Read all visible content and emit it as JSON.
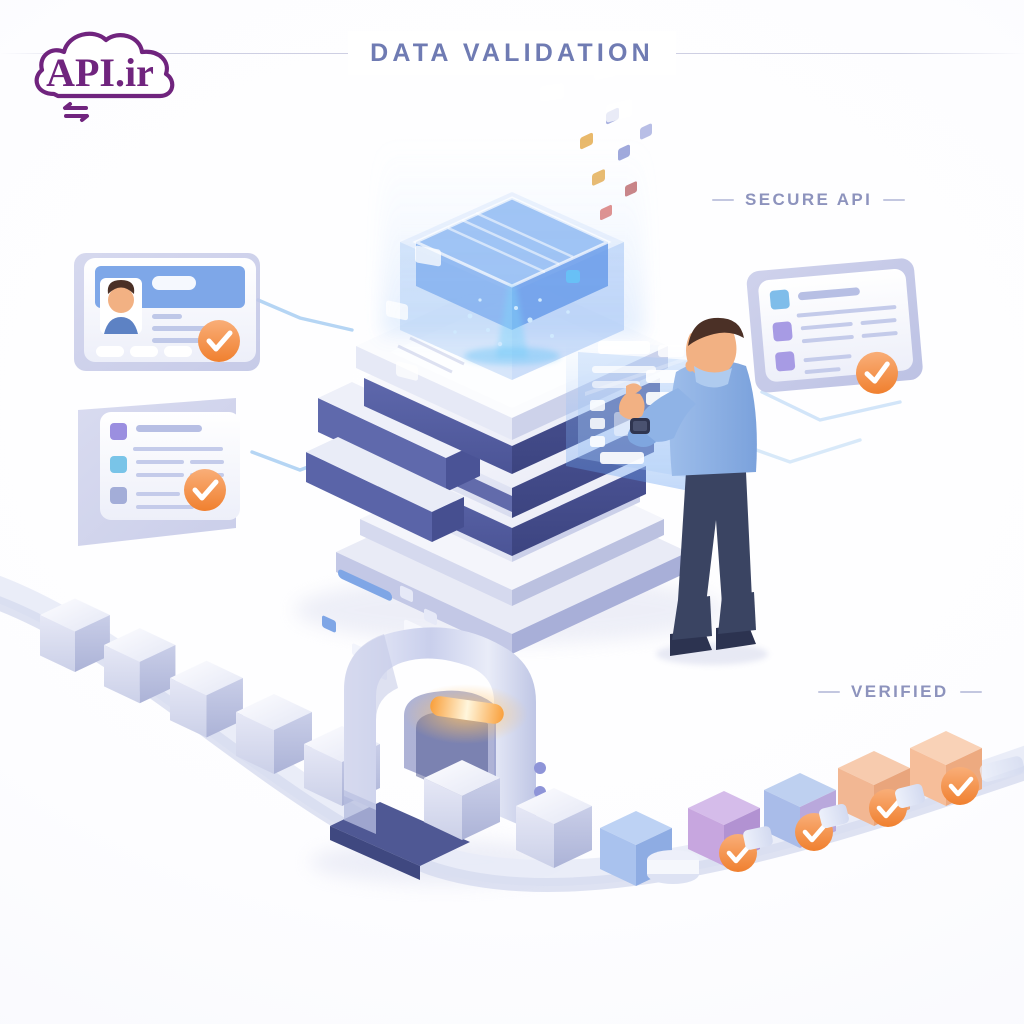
{
  "page": {
    "title": "DATA VALIDATION",
    "background_color": "#ffffff",
    "title_color": "#6f7bb3"
  },
  "logo": {
    "name": "API.ir",
    "text": "API.ir",
    "color": "#70247e",
    "shape": "cloud-outline",
    "icon": "exchange-arrows-icon"
  },
  "labels": [
    {
      "id": "secure-api",
      "text": "SECURE API",
      "color": "#8d93bd"
    },
    {
      "id": "verified",
      "text": "VERIFIED",
      "color": "#8d93bd"
    }
  ],
  "palette": {
    "accent_orange": "#F58A4B",
    "accent_orange_light": "#F9B184",
    "indigo_dark": "#4C5596",
    "indigo": "#5A63A8",
    "indigo_light": "#8E94CF",
    "lavender": "#C7CBEA",
    "panel_white": "#F3F4FB",
    "card_blue": "#7EA7E8",
    "holo_blue": "#6FA8F2",
    "skin": "#F2B183",
    "hair": "#4B3026",
    "shirt": "#88AEE2",
    "trousers": "#3A4462",
    "shoes": "#2C3350",
    "cube_gray": "#CFD3E8",
    "cube_purple": "#C3A8E0",
    "cube_blue": "#A9C2EE",
    "cube_peach": "#F4B590",
    "connector_line": "#9CC7F0"
  },
  "illustration": {
    "scene_name": "isometric-data-validation-scene",
    "server_stack": {
      "name": "server-stack",
      "layers": 4,
      "led_colors": [
        "#E8B44A",
        "#9FC5F5",
        "#6E8FE0",
        "#E08A86"
      ]
    },
    "hologram_cube": {
      "name": "holographic-data-cube",
      "color": "#6FA8F2",
      "particles": true
    },
    "holo_panel": {
      "name": "holographic-control-panel",
      "rows": 6
    },
    "person": {
      "name": "technician-figure",
      "pose": "standing-touching-panel",
      "accessory": "smartwatch"
    },
    "scanner": {
      "name": "validation-scanner-arch",
      "light_color": "#FBB03B",
      "indicator_dots": 2
    },
    "conveyor": {
      "name": "conveyor-belt",
      "incoming_cubes": 5,
      "outgoing_cubes": 5,
      "verified_badges": 4
    }
  },
  "cards": [
    {
      "id": "id-card",
      "name": "id-card-document",
      "has_avatar": true,
      "header_color": "#7EA7E8",
      "verified": true,
      "text_lines": 3,
      "footer_chips": 3
    },
    {
      "id": "left-document",
      "name": "checklist-document-left",
      "has_avatar": false,
      "verified": true,
      "icon_colors": [
        "#9B8FE0",
        "#79C4E8",
        "#A3ADD8"
      ],
      "text_lines": 6
    },
    {
      "id": "right-document",
      "name": "checklist-document-right",
      "has_avatar": false,
      "verified": true,
      "icon_colors": [
        "#7FBDEA",
        "#A79BE4",
        "#A79BE4"
      ],
      "text_lines": 6
    }
  ],
  "cube_sequence": {
    "name": "validated-cube-sequence",
    "items": [
      {
        "index": 1,
        "color": "#A9C2EE",
        "verified": false
      },
      {
        "index": 2,
        "color": "#C7A6DF",
        "verified": true
      },
      {
        "index": 3,
        "color": "#A9BCE9",
        "verified": true
      },
      {
        "index": 4,
        "color": "#F2B793",
        "verified": true
      },
      {
        "index": 5,
        "color": "#F6BE9A",
        "verified": true
      }
    ]
  }
}
